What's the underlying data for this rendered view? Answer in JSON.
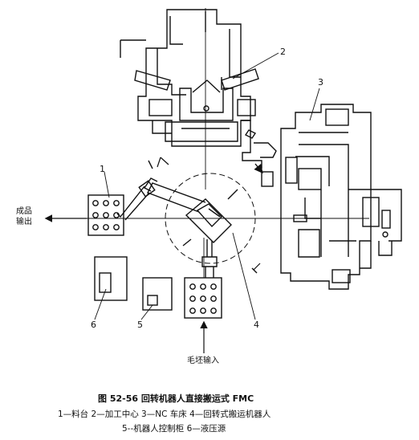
{
  "figure": {
    "caption_title": "图 52-56   回转机器人直接搬运式 FMC",
    "legend_line1": "1—料台   2—加工中心   3—NC 车床   4—回转式搬运机器人",
    "legend_line2": "5--机器人控制柜   6—液压源"
  },
  "labels": {
    "output_line1": "成品",
    "output_line2": "输出",
    "input": "毛坯输入",
    "n1": "1",
    "n2": "2",
    "n3": "3",
    "n4": "4",
    "n5": "5",
    "n6": "6"
  }
}
